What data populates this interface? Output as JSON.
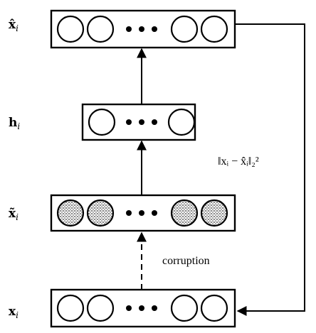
{
  "layers": [
    {
      "id": "output",
      "label_main": "x̂",
      "label_sub": "i",
      "node_style": "plain"
    },
    {
      "id": "hidden",
      "label_main": "h",
      "label_sub": "i",
      "node_style": "plain"
    },
    {
      "id": "corrupted",
      "label_main": "x̃",
      "label_sub": "i",
      "node_style": "stippled"
    },
    {
      "id": "input",
      "label_main": "x",
      "label_sub": "i",
      "node_style": "plain"
    }
  ],
  "annotations": {
    "corruption": "corruption",
    "loss": "‖xᵢ − x̂ᵢ‖₂²"
  },
  "colors": {
    "stroke": "#000000",
    "background": "#ffffff",
    "stipple": "#4a4a4a"
  }
}
